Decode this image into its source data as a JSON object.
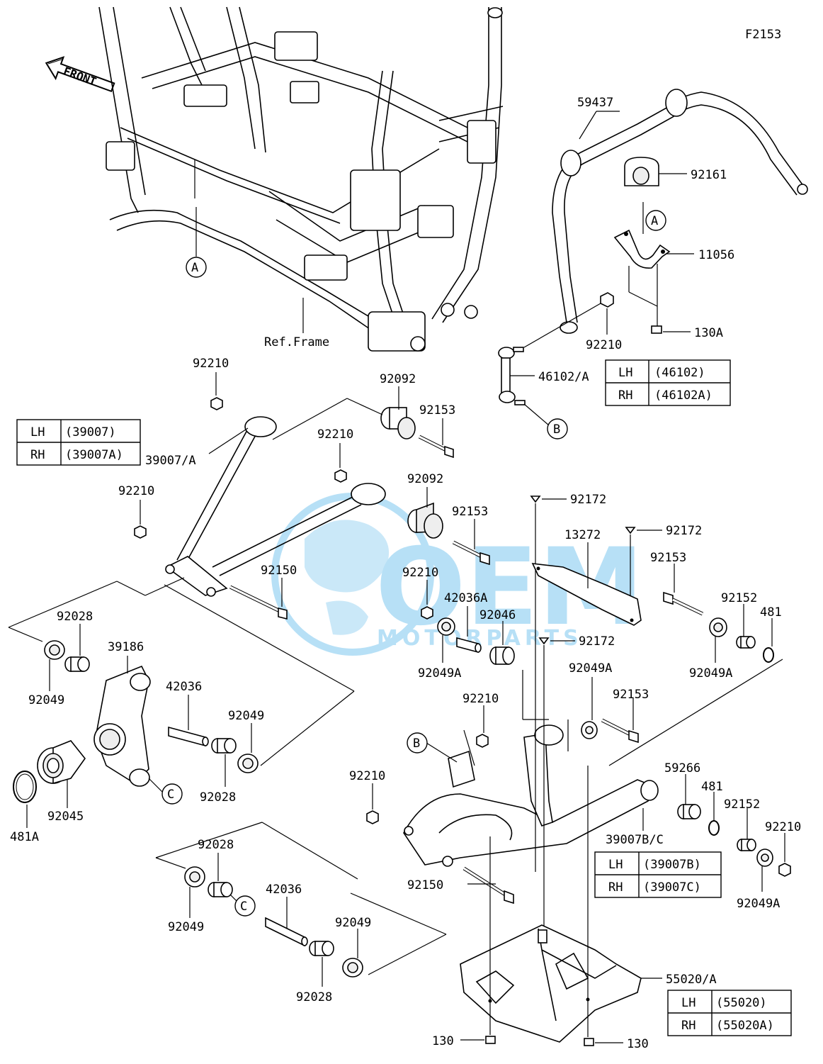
{
  "figure_code": "F2153",
  "front_label": "FRONT",
  "ref_frame": "Ref.Frame",
  "watermark": {
    "big": "OEM",
    "small": "MOTORPARTS",
    "color": "#7ec8f0"
  },
  "callouts": {
    "A": "A",
    "B": "B",
    "C": "C"
  },
  "parts": {
    "p59437": "59437",
    "p92161": "92161",
    "p11056": "11056",
    "p130A": "130A",
    "p92210_a": "92210",
    "p46102A": "46102/A",
    "p92210_b": "92210",
    "p92092_a": "92092",
    "p92153_a": "92153",
    "p39007A": "39007/A",
    "p92210_c": "92210",
    "p92092_b": "92092",
    "p92210_d": "92210",
    "p92153_b": "92153",
    "p92172_a": "92172",
    "p92172_b": "92172",
    "p13272": "13272",
    "p92153_c": "92153",
    "p92150_a": "92150",
    "p92210_e": "92210",
    "p42036A": "42036A",
    "p92046": "92046",
    "p92152_a": "92152",
    "p481_a": "481",
    "p92172_c": "92172",
    "p92028_a": "92028",
    "p39186": "39186",
    "p92049_a": "92049",
    "p92049A_a": "92049A",
    "p92049A_b": "92049A",
    "p92049A_c": "92049A",
    "p42036_a": "42036",
    "p92049_b": "92049",
    "p92210_f": "92210",
    "p92153_d": "92153",
    "p92028_b": "92028",
    "p92045": "92045",
    "p481A": "481A",
    "p59266": "59266",
    "p481_b": "481",
    "p92210_g": "92210",
    "p92152_b": "92152",
    "p92210_h": "92210",
    "p39007BC": "39007B/C",
    "p92049A_d": "92049A",
    "p92150_b": "92150",
    "p92028_c": "92028",
    "p42036_b": "42036",
    "p92049_c": "92049",
    "p92049_d": "92049",
    "p92028_d": "92028",
    "p55020A": "55020/A",
    "p130_a": "130",
    "p130_b": "130"
  },
  "tables": {
    "t46102": {
      "rows": [
        [
          "LH",
          "(46102)"
        ],
        [
          "RH",
          "(46102A)"
        ]
      ]
    },
    "t39007": {
      "rows": [
        [
          "LH",
          "(39007)"
        ],
        [
          "RH",
          "(39007A)"
        ]
      ]
    },
    "t39007BC": {
      "rows": [
        [
          "LH",
          "(39007B)"
        ],
        [
          "RH",
          "(39007C)"
        ]
      ]
    },
    "t55020": {
      "rows": [
        [
          "LH",
          "(55020)"
        ],
        [
          "RH",
          "(55020A)"
        ]
      ]
    }
  }
}
